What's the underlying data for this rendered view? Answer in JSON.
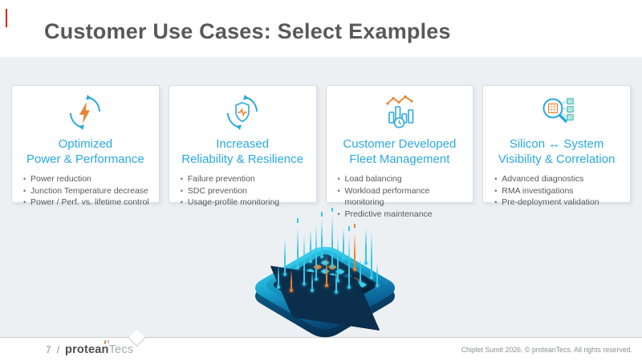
{
  "slide": {
    "title": "Customer Use Cases: Select Examples",
    "page_number": "7",
    "page_separator": "/"
  },
  "logo": {
    "part_bold": "protean",
    "part_light": "Tecs"
  },
  "cards": [
    {
      "icon": "power-performance-icon",
      "title_line1": "Optimized",
      "title_line2": "Power & Performance",
      "bullets": [
        "Power reduction",
        "Junction Temperature decrease",
        "Power / Perf. vs. lifetime control"
      ]
    },
    {
      "icon": "reliability-shield-icon",
      "title_line1": "Increased",
      "title_line2": "Reliability & Resilience",
      "bullets": [
        "Failure prevention",
        "SDC prevention",
        "Usage-profile monitoring"
      ]
    },
    {
      "icon": "fleet-analytics-icon",
      "title_line1": "Customer Developed",
      "title_line2": "Fleet Management",
      "bullets": [
        "Load balancing",
        "Workload performance monitoring",
        "Predictive maintenance"
      ]
    },
    {
      "icon": "silicon-system-icon",
      "title_line1": "Silicon ↔ System",
      "title_line2": "Visibility & Correlation",
      "bullets": [
        "Advanced diagnostics",
        "RMA investigations",
        "Pre-deployment validation"
      ]
    }
  ],
  "footer": {
    "copyright": "Chiplet Sumit 2026. © proteanTecs. All rights reserved."
  },
  "colors": {
    "accent_cyan": "#2BA9DF",
    "accent_orange": "#E8832F",
    "accent_red": "#E2231A",
    "band_background": "#EDF0F3",
    "title_gray": "#595959"
  }
}
